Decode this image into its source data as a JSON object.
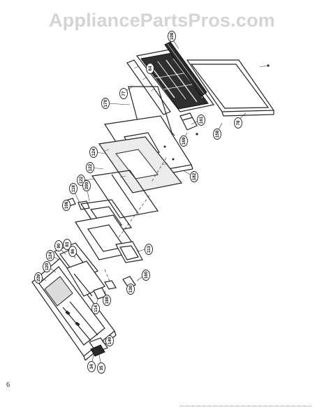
{
  "watermark": "AppliancePartsPros.com",
  "page_number": "6",
  "colors": {
    "line": "#222222",
    "watermark": "#d4d4d4",
    "background": "#ffffff"
  },
  "callouts": [
    {
      "id": "c-0",
      "label": "84"
    },
    {
      "id": "c-1",
      "label": "108"
    },
    {
      "id": "c-2",
      "label": "77"
    },
    {
      "id": "c-3",
      "label": "78"
    },
    {
      "id": "c-4",
      "label": "170"
    },
    {
      "id": "c-5",
      "label": "158"
    },
    {
      "id": "c-6",
      "label": "161"
    },
    {
      "id": "c-7",
      "label": "169"
    },
    {
      "id": "c-8",
      "label": "124"
    },
    {
      "id": "c-9",
      "label": "182"
    },
    {
      "id": "c-10",
      "label": "122"
    },
    {
      "id": "c-11",
      "label": "122"
    },
    {
      "id": "c-12",
      "label": "108"
    },
    {
      "id": "c-13",
      "label": "118"
    },
    {
      "id": "c-14",
      "label": "200"
    },
    {
      "id": "c-15",
      "label": "113"
    },
    {
      "id": "c-16",
      "label": "90"
    },
    {
      "id": "c-17",
      "label": "124"
    },
    {
      "id": "c-18",
      "label": "83"
    },
    {
      "id": "c-19",
      "label": "86"
    },
    {
      "id": "c-20",
      "label": "120"
    },
    {
      "id": "c-21",
      "label": "239"
    },
    {
      "id": "c-22",
      "label": "130"
    },
    {
      "id": "c-23",
      "label": "160"
    },
    {
      "id": "c-24",
      "label": "180"
    },
    {
      "id": "c-25",
      "label": "114"
    },
    {
      "id": "c-26",
      "label": "140"
    },
    {
      "id": "c-27",
      "label": "34"
    },
    {
      "id": "c-28",
      "label": "35"
    }
  ]
}
